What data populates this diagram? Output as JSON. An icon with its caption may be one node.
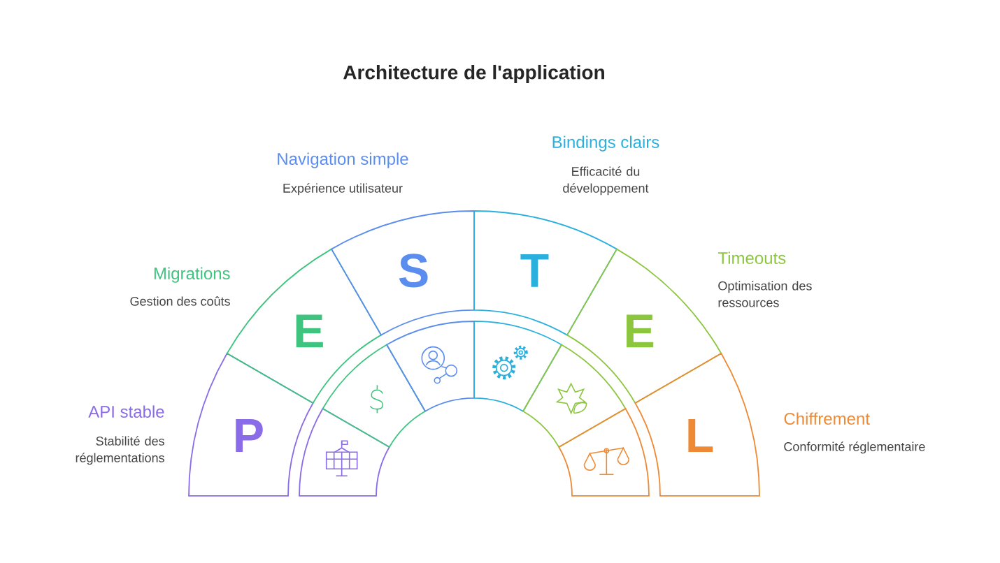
{
  "diagram": {
    "title": "Architecture de l'application",
    "nodes": [
      {
        "text": [
          "P"
        ],
        "beside": [
          "API stable",
          "Stabilité des réglementations"
        ]
      },
      {
        "text": [
          "E"
        ],
        "beside": [
          "Migrations",
          "Gestion des coûts"
        ]
      },
      {
        "text": [
          "S"
        ],
        "beside": [
          "Navigation simple",
          "Expérience utilisateur"
        ]
      },
      {
        "text": [
          "T"
        ],
        "beside": [
          "Bindings clairs",
          "Efficacité du développement"
        ]
      },
      {
        "text": [
          "E"
        ],
        "beside": [
          "Timeouts",
          "Optimisation des ressources"
        ]
      },
      {
        "text": [
          "L"
        ],
        "beside": [
          "Chiffrement",
          "Conformité réglementaire"
        ]
      }
    ]
  }
}
